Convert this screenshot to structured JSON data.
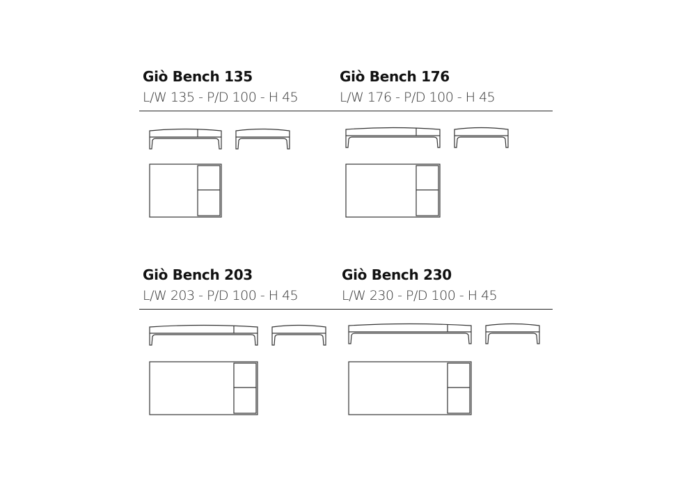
{
  "benches": [
    {
      "title": "Giò Bench 135",
      "dims": "L/W 135 - P/D 100 - H 45",
      "length": 135
    },
    {
      "title": "Giò Bench 176",
      "dims": "L/W 176 - P/D 100 - H 45",
      "length": 176
    },
    {
      "title": "Giò Bench 203",
      "dims": "L/W 203 - P/D 100 - H 45",
      "length": 203
    },
    {
      "title": "Giò Bench 230",
      "dims": "L/W 230 - P/D 100 - H 45",
      "length": 230
    }
  ]
}
